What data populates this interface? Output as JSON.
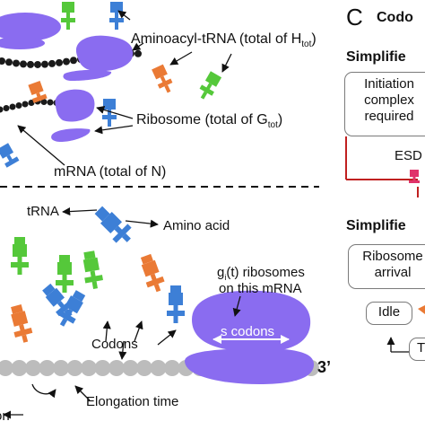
{
  "panel_a": {
    "labels": {
      "aminoacyl_trna": "Aminoacyl-tRNA (total of H",
      "aminoacyl_sub": "tot",
      "aminoacyl_close": ")",
      "ribosome": "Ribosome (total of G",
      "ribosome_sub": "tot",
      "ribosome_close": ")",
      "mrna": "mRNA (total of N)"
    }
  },
  "panel_b": {
    "labels": {
      "trna": "tRNA",
      "amino_acid": "Amino acid",
      "g_prefix": "g",
      "g_sub": "i",
      "g_suffix": "(t) ribosomes",
      "g_line2": "on this mRNA",
      "codons": "Codons",
      "s_codons": "s codons",
      "three_prime": "3’",
      "elongation_time": "Elongation time",
      "left_fragment": "on"
    }
  },
  "panel_c": {
    "letter": "C",
    "title": "Codo",
    "simplified_1": "Simplifie",
    "initiation_box": [
      "Initiation",
      "complex",
      "required"
    ],
    "esd": "ESD",
    "simplified_2": "Simplifie",
    "ribosome_box": [
      "Ribosome",
      "arrival"
    ],
    "idle": "Idle",
    "t_fragment": "T"
  },
  "colors": {
    "ribosome": "#8a6cf0",
    "trna_blue": "#3d7fd6",
    "trna_green": "#55c83a",
    "trna_orange": "#ea7a35",
    "trna_pink": "#e0336a",
    "mrna_bead": "#1a1a1a",
    "codon_bead": "#bcbcbc"
  }
}
